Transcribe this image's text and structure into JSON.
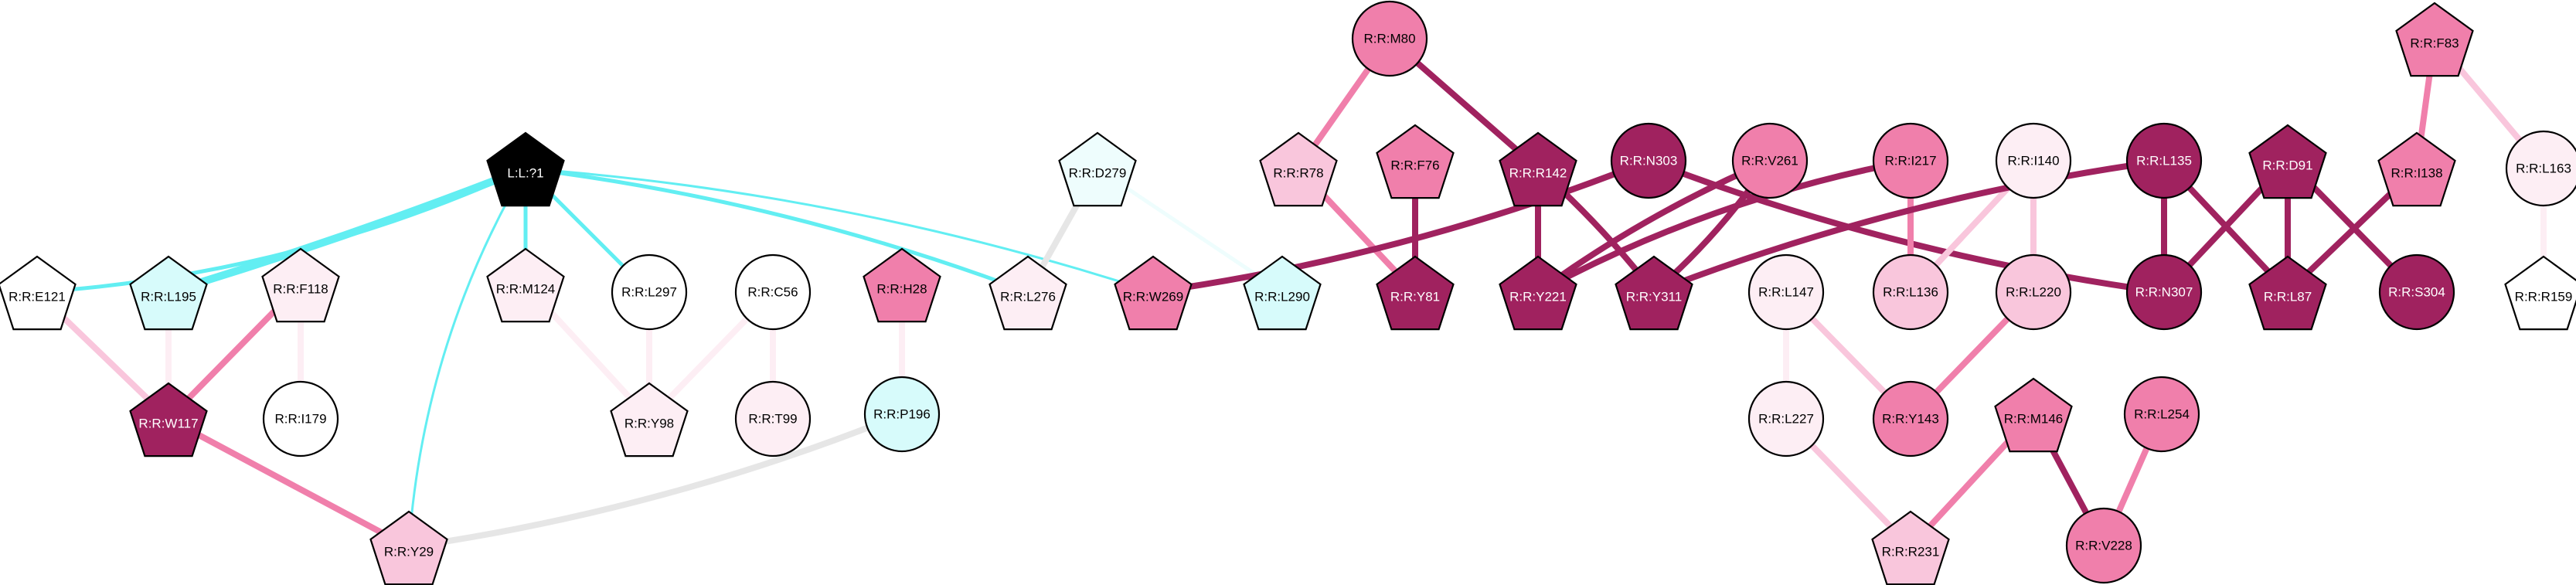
{
  "colors": {
    "black": "#000000",
    "dark_magenta": "#a0225f",
    "pink": "#f07fab",
    "light_pink": "#f9c6dc",
    "pale_pink": "#fdeef4",
    "white": "#ffffff",
    "cyan": "#d7fbfb",
    "pale_cyan": "#eefdfd",
    "edge_cyan": "#62eef2",
    "edge_gray": "#e6e6e6"
  },
  "nodes": [
    {
      "id": "L71",
      "label": "L:L:?1",
      "shape": "pentagon",
      "fill": "black",
      "text": "white"
    },
    {
      "id": "E121",
      "label": "R:R:E121",
      "shape": "pentagon",
      "fill": "white",
      "text": "black"
    },
    {
      "id": "L195",
      "label": "R:R:L195",
      "shape": "pentagon",
      "fill": "cyan",
      "text": "black"
    },
    {
      "id": "F118",
      "label": "R:R:F118",
      "shape": "pentagon",
      "fill": "pale_pink",
      "text": "black"
    },
    {
      "id": "W117",
      "label": "R:R:W117",
      "shape": "pentagon",
      "fill": "dark_magenta",
      "text": "white"
    },
    {
      "id": "I179",
      "label": "R:R:I179",
      "shape": "circle",
      "fill": "white",
      "text": "black"
    },
    {
      "id": "Y29",
      "label": "R:R:Y29",
      "shape": "pentagon",
      "fill": "light_pink",
      "text": "black"
    },
    {
      "id": "M124",
      "label": "R:R:M124",
      "shape": "pentagon",
      "fill": "pale_pink",
      "text": "black"
    },
    {
      "id": "L297",
      "label": "R:R:L297",
      "shape": "circle",
      "fill": "white",
      "text": "black"
    },
    {
      "id": "C56",
      "label": "R:R:C56",
      "shape": "circle",
      "fill": "white",
      "text": "black"
    },
    {
      "id": "Y98",
      "label": "R:R:Y98",
      "shape": "pentagon",
      "fill": "pale_pink",
      "text": "black"
    },
    {
      "id": "T99",
      "label": "R:R:T99",
      "shape": "circle",
      "fill": "pale_pink",
      "text": "black"
    },
    {
      "id": "H28",
      "label": "R:R:H28",
      "shape": "pentagon",
      "fill": "pink",
      "text": "black"
    },
    {
      "id": "P196",
      "label": "R:R:P196",
      "shape": "circle",
      "fill": "cyan",
      "text": "black"
    },
    {
      "id": "D279",
      "label": "R:R:D279",
      "shape": "pentagon",
      "fill": "pale_cyan",
      "text": "black"
    },
    {
      "id": "L276",
      "label": "R:R:L276",
      "shape": "pentagon",
      "fill": "pale_pink",
      "text": "black"
    },
    {
      "id": "W269",
      "label": "R:R:W269",
      "shape": "pentagon",
      "fill": "pink",
      "text": "black"
    },
    {
      "id": "L290",
      "label": "R:R:L290",
      "shape": "pentagon",
      "fill": "cyan",
      "text": "black"
    },
    {
      "id": "M80",
      "label": "R:R:M80",
      "shape": "circle",
      "fill": "pink",
      "text": "black"
    },
    {
      "id": "R78",
      "label": "R:R:R78",
      "shape": "pentagon",
      "fill": "light_pink",
      "text": "black"
    },
    {
      "id": "F76",
      "label": "R:R:F76",
      "shape": "pentagon",
      "fill": "pink",
      "text": "black"
    },
    {
      "id": "Y81",
      "label": "R:R:Y81",
      "shape": "pentagon",
      "fill": "dark_magenta",
      "text": "white"
    },
    {
      "id": "R142",
      "label": "R:R:R142",
      "shape": "pentagon",
      "fill": "dark_magenta",
      "text": "white"
    },
    {
      "id": "Y221",
      "label": "R:R:Y221",
      "shape": "pentagon",
      "fill": "dark_magenta",
      "text": "white"
    },
    {
      "id": "N303",
      "label": "R:R:N303",
      "shape": "circle",
      "fill": "dark_magenta",
      "text": "white"
    },
    {
      "id": "Y311",
      "label": "R:R:Y311",
      "shape": "pentagon",
      "fill": "dark_magenta",
      "text": "white"
    },
    {
      "id": "V261",
      "label": "R:R:V261",
      "shape": "circle",
      "fill": "pink",
      "text": "black"
    },
    {
      "id": "I217",
      "label": "R:R:I217",
      "shape": "circle",
      "fill": "pink",
      "text": "black"
    },
    {
      "id": "L147",
      "label": "R:R:L147",
      "shape": "circle",
      "fill": "pale_pink",
      "text": "black"
    },
    {
      "id": "L227",
      "label": "R:R:L227",
      "shape": "circle",
      "fill": "pale_pink",
      "text": "black"
    },
    {
      "id": "L136",
      "label": "R:R:L136",
      "shape": "circle",
      "fill": "light_pink",
      "text": "black"
    },
    {
      "id": "I140",
      "label": "R:R:I140",
      "shape": "circle",
      "fill": "pale_pink",
      "text": "black"
    },
    {
      "id": "L220",
      "label": "R:R:L220",
      "shape": "circle",
      "fill": "light_pink",
      "text": "black"
    },
    {
      "id": "Y143",
      "label": "R:R:Y143",
      "shape": "circle",
      "fill": "pink",
      "text": "black"
    },
    {
      "id": "M146",
      "label": "R:R:M146",
      "shape": "pentagon",
      "fill": "pink",
      "text": "black"
    },
    {
      "id": "R231",
      "label": "R:R:R231",
      "shape": "pentagon",
      "fill": "light_pink",
      "text": "black"
    },
    {
      "id": "L254",
      "label": "R:R:L254",
      "shape": "circle",
      "fill": "pink",
      "text": "black"
    },
    {
      "id": "V228",
      "label": "R:R:V228",
      "shape": "circle",
      "fill": "pink",
      "text": "black"
    },
    {
      "id": "L135",
      "label": "R:R:L135",
      "shape": "circle",
      "fill": "dark_magenta",
      "text": "white"
    },
    {
      "id": "N307",
      "label": "R:R:N307",
      "shape": "circle",
      "fill": "dark_magenta",
      "text": "white"
    },
    {
      "id": "D91",
      "label": "R:R:D91",
      "shape": "pentagon",
      "fill": "dark_magenta",
      "text": "white"
    },
    {
      "id": "L87",
      "label": "R:R:L87",
      "shape": "pentagon",
      "fill": "dark_magenta",
      "text": "white"
    },
    {
      "id": "S304",
      "label": "R:R:S304",
      "shape": "circle",
      "fill": "dark_magenta",
      "text": "white"
    },
    {
      "id": "F83",
      "label": "R:R:F83",
      "shape": "pentagon",
      "fill": "pink",
      "text": "black"
    },
    {
      "id": "I138",
      "label": "R:R:I138",
      "shape": "pentagon",
      "fill": "pink",
      "text": "black"
    },
    {
      "id": "L163",
      "label": "R:R:L163",
      "shape": "circle",
      "fill": "pale_pink",
      "text": "black"
    },
    {
      "id": "R159",
      "label": "R:R:R159",
      "shape": "pentagon",
      "fill": "white",
      "text": "black"
    }
  ],
  "edges": [
    {
      "source": "L71",
      "target": "E121",
      "color": "edge_cyan",
      "weight": 2
    },
    {
      "source": "L71",
      "target": "L195",
      "color": "edge_cyan",
      "weight": 5
    },
    {
      "source": "L71",
      "target": "M124",
      "color": "edge_cyan",
      "weight": 2
    },
    {
      "source": "L71",
      "target": "L297",
      "color": "edge_cyan",
      "weight": 2
    },
    {
      "source": "L71",
      "target": "L276",
      "color": "edge_cyan",
      "weight": 2
    },
    {
      "source": "L71",
      "target": "W269",
      "color": "edge_cyan",
      "weight": 1
    },
    {
      "source": "L71",
      "target": "Y29",
      "color": "edge_cyan",
      "weight": 1
    },
    {
      "source": "E121",
      "target": "W117",
      "color": "light_pink",
      "weight": 3
    },
    {
      "source": "L195",
      "target": "W117",
      "color": "pale_pink",
      "weight": 3
    },
    {
      "source": "F118",
      "target": "W117",
      "color": "pink",
      "weight": 3
    },
    {
      "source": "F118",
      "target": "I179",
      "color": "pale_pink",
      "weight": 3
    },
    {
      "source": "W117",
      "target": "Y29",
      "color": "pink",
      "weight": 3
    },
    {
      "source": "M124",
      "target": "Y98",
      "color": "pale_pink",
      "weight": 3
    },
    {
      "source": "L297",
      "target": "Y98",
      "color": "pale_pink",
      "weight": 3
    },
    {
      "source": "C56",
      "target": "Y98",
      "color": "pale_pink",
      "weight": 3
    },
    {
      "source": "C56",
      "target": "T99",
      "color": "pale_pink",
      "weight": 3
    },
    {
      "source": "H28",
      "target": "P196",
      "color": "pale_pink",
      "weight": 3
    },
    {
      "source": "P196",
      "target": "Y29",
      "color": "edge_gray",
      "weight": 3
    },
    {
      "source": "D279",
      "target": "L276",
      "color": "edge_gray",
      "weight": 3
    },
    {
      "source": "D279",
      "target": "L290",
      "color": "pale_cyan",
      "weight": 2
    },
    {
      "source": "M80",
      "target": "R78",
      "color": "pink",
      "weight": 3
    },
    {
      "source": "M80",
      "target": "R142",
      "color": "dark_magenta",
      "weight": 3
    },
    {
      "source": "R78",
      "target": "Y81",
      "color": "pink",
      "weight": 3
    },
    {
      "source": "F76",
      "target": "Y81",
      "color": "dark_magenta",
      "weight": 3
    },
    {
      "source": "R142",
      "target": "Y221",
      "color": "dark_magenta",
      "weight": 3
    },
    {
      "source": "R142",
      "target": "Y311",
      "color": "dark_magenta",
      "weight": 3
    },
    {
      "source": "N303",
      "target": "W269",
      "color": "dark_magenta",
      "weight": 3
    },
    {
      "source": "N303",
      "target": "N307",
      "color": "dark_magenta",
      "weight": 3
    },
    {
      "source": "V261",
      "target": "Y221",
      "color": "dark_magenta",
      "weight": 3
    },
    {
      "source": "V261",
      "target": "Y311",
      "color": "dark_magenta",
      "weight": 3
    },
    {
      "source": "I217",
      "target": "Y221",
      "color": "dark_magenta",
      "weight": 3
    },
    {
      "source": "I217",
      "target": "L136",
      "color": "pink",
      "weight": 3
    },
    {
      "source": "I140",
      "target": "L136",
      "color": "light_pink",
      "weight": 3
    },
    {
      "source": "I140",
      "target": "L220",
      "color": "light_pink",
      "weight": 3
    },
    {
      "source": "L147",
      "target": "Y143",
      "color": "light_pink",
      "weight": 3
    },
    {
      "source": "L147",
      "target": "L227",
      "color": "pale_pink",
      "weight": 3
    },
    {
      "source": "L220",
      "target": "Y143",
      "color": "pink",
      "weight": 3
    },
    {
      "source": "L227",
      "target": "R231",
      "color": "light_pink",
      "weight": 3
    },
    {
      "source": "M146",
      "target": "R231",
      "color": "pink",
      "weight": 3
    },
    {
      "source": "M146",
      "target": "V228",
      "color": "dark_magenta",
      "weight": 3
    },
    {
      "source": "L254",
      "target": "V228",
      "color": "pink",
      "weight": 3
    },
    {
      "source": "L135",
      "target": "Y311",
      "color": "dark_magenta",
      "weight": 3
    },
    {
      "source": "L135",
      "target": "N307",
      "color": "dark_magenta",
      "weight": 3
    },
    {
      "source": "L135",
      "target": "L87",
      "color": "dark_magenta",
      "weight": 3
    },
    {
      "source": "D91",
      "target": "N307",
      "color": "dark_magenta",
      "weight": 3
    },
    {
      "source": "D91",
      "target": "L87",
      "color": "dark_magenta",
      "weight": 3
    },
    {
      "source": "D91",
      "target": "S304",
      "color": "dark_magenta",
      "weight": 3
    },
    {
      "source": "I138",
      "target": "L87",
      "color": "dark_magenta",
      "weight": 3
    },
    {
      "source": "F83",
      "target": "I138",
      "color": "pink",
      "weight": 3
    },
    {
      "source": "F83",
      "target": "L163",
      "color": "light_pink",
      "weight": 3
    },
    {
      "source": "L163",
      "target": "R159",
      "color": "pale_pink",
      "weight": 3
    }
  ]
}
